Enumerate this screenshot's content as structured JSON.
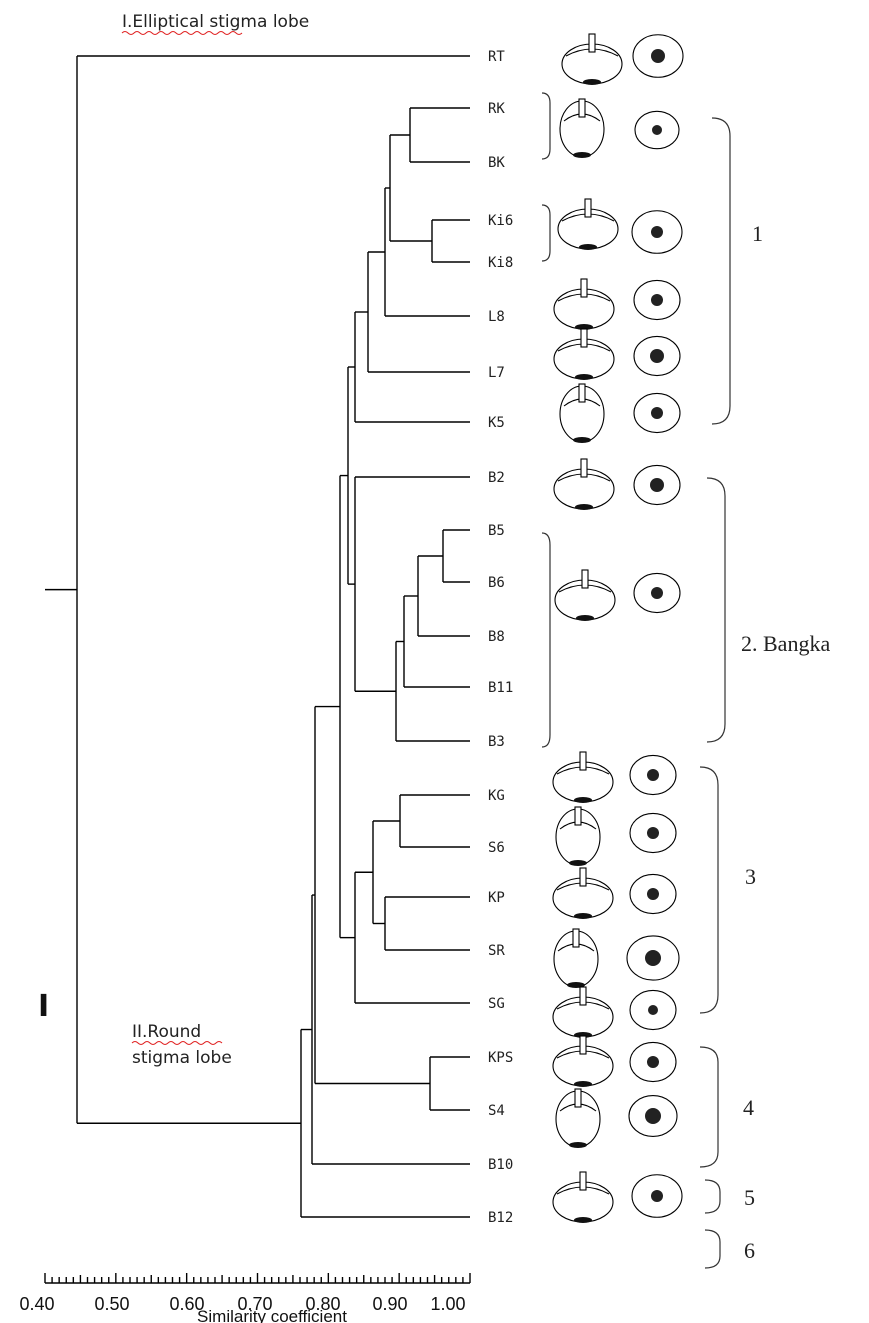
{
  "labels": {
    "group_I_title": "I.Elliptical stigma lobe",
    "group_II_line1": "II.Round",
    "group_II_line2": "stigma lobe",
    "side_marker": "I"
  },
  "leaves": [
    "RT",
    "RK",
    "BK",
    "Ki6",
    "Ki8",
    "L8",
    "L7",
    "K5",
    "B2",
    "B5",
    "B6",
    "B8",
    "B11",
    "B3",
    "KG",
    "S6",
    "KP",
    "SR",
    "SG",
    "KPS",
    "S4",
    "B10",
    "B12"
  ],
  "clusters": [
    "1",
    "2. Bangka",
    "3",
    "4",
    "5",
    "6"
  ],
  "axis": {
    "title": "Similarity coefficient",
    "ticks": [
      "0.40",
      "0.50",
      "0.60",
      "0.70",
      "0.80",
      "0.90",
      "1.00"
    ]
  }
}
